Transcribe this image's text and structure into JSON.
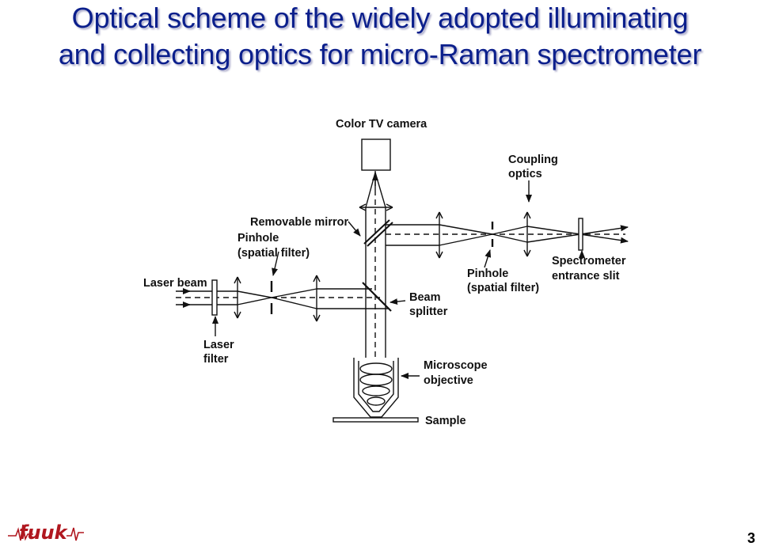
{
  "slide": {
    "title_line1": "Optical scheme of the widely adopted illuminating",
    "title_line2": "and collecting optics for micro-Raman spectrometer",
    "page_number": "3",
    "logo_text": "fuuk"
  },
  "diagram": {
    "labels": {
      "color_tv_camera": "Color TV camera",
      "coupling_1": "Coupling",
      "coupling_2": "optics",
      "removable_mirror": "Removable mirror",
      "pinhole_left_1": "Pinhole",
      "pinhole_left_2": "(spatial filter)",
      "laser_beam": "Laser beam",
      "laser_filter_1": "Laser",
      "laser_filter_2": "filter",
      "beam_splitter_1": "Beam",
      "beam_splitter_2": "splitter",
      "pinhole_right_1": "Pinhole",
      "pinhole_right_2": "(spatial filter)",
      "spectrometer_1": "Spectrometer",
      "spectrometer_2": "entrance slit",
      "objective_1": "Microscope",
      "objective_2": "objective",
      "sample": "Sample"
    }
  },
  "colors": {
    "title": "#0b1f8c",
    "line": "#111111",
    "logo_text": "#b0171f"
  }
}
